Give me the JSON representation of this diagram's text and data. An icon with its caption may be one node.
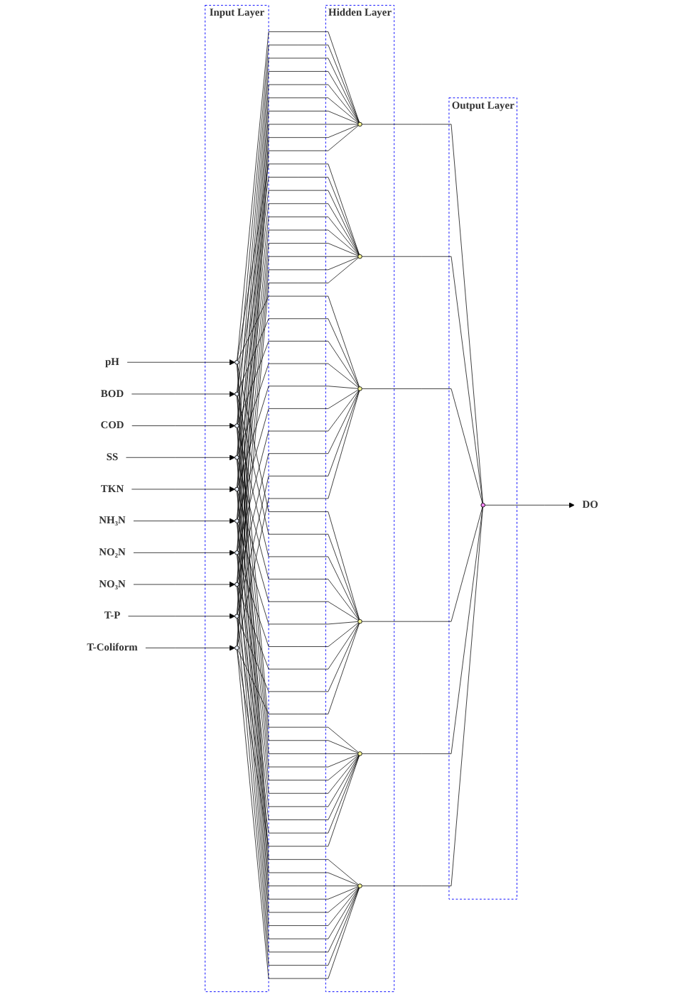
{
  "diagram": {
    "nodes": [
      {
        "text": [
          "pH"
        ]
      },
      {
        "text": [
          "BOD"
        ]
      },
      {
        "text": [
          "COD"
        ]
      },
      {
        "text": [
          "SS"
        ]
      },
      {
        "text": [
          "TKN"
        ]
      },
      {
        "text": [
          "NH₃N"
        ]
      },
      {
        "text": [
          "NO₂N"
        ]
      },
      {
        "text": [
          "NO₃N"
        ]
      },
      {
        "text": [
          "T-P"
        ]
      },
      {
        "text": [
          "T-Coliform"
        ]
      },
      {
        "text": [
          "Input Layer"
        ]
      },
      {
        "text": [],
        "shape": "circle",
        "in": 10
      },
      {
        "text": [],
        "shape": "circle",
        "in": 10
      },
      {
        "text": [],
        "shape": "circle",
        "in": 10
      },
      {
        "text": [],
        "shape": "circle",
        "in": 10
      },
      {
        "text": [],
        "shape": "circle",
        "in": 10
      },
      {
        "text": [],
        "shape": "circle",
        "in": 10
      },
      {
        "text": [],
        "shape": "circle",
        "in": 10
      },
      {
        "text": [],
        "shape": "circle",
        "in": 10
      },
      {
        "text": [],
        "shape": "circle",
        "in": 10
      },
      {
        "text": [],
        "shape": "circle",
        "in": 10
      },
      {
        "text": [
          "Hidden Layer"
        ]
      },
      {
        "text": [],
        "shape": "circle",
        "in": 21
      },
      {
        "text": [],
        "shape": "circle",
        "in": 21
      },
      {
        "text": [],
        "shape": "circle",
        "in": 21
      },
      {
        "text": [],
        "shape": "circle",
        "in": 21
      },
      {
        "text": [],
        "shape": "circle",
        "in": 21
      },
      {
        "text": [],
        "shape": "circle",
        "in": 21
      },
      {
        "text": [
          "Output Layer"
        ]
      },
      {
        "text": [],
        "shape": "circle",
        "in": 28
      },
      {
        "text": [
          "DO"
        ]
      }
    ],
    "edges": [
      {
        "from": 0,
        "to": 11,
        "arrow": "to"
      },
      {
        "from": 1,
        "to": 12,
        "arrow": "to"
      },
      {
        "from": 2,
        "to": 13,
        "arrow": "to"
      },
      {
        "from": 3,
        "to": 14,
        "arrow": "to"
      },
      {
        "from": 4,
        "to": 15,
        "arrow": "to"
      },
      {
        "from": 5,
        "to": 16,
        "arrow": "to"
      },
      {
        "from": 6,
        "to": 17,
        "arrow": "to"
      },
      {
        "from": 7,
        "to": 18,
        "arrow": "to"
      },
      {
        "from": 8,
        "to": 19,
        "arrow": "to"
      },
      {
        "from": 9,
        "to": 20,
        "arrow": "to"
      },
      {
        "from": 11,
        "to": 22,
        "arrow": "none"
      },
      {
        "from": 11,
        "to": 23,
        "arrow": "none"
      },
      {
        "from": 11,
        "to": 24,
        "arrow": "none"
      },
      {
        "from": 11,
        "to": 25,
        "arrow": "none"
      },
      {
        "from": 11,
        "to": 26,
        "arrow": "none"
      },
      {
        "from": 11,
        "to": 27,
        "arrow": "none"
      },
      {
        "from": 12,
        "to": 22,
        "arrow": "none"
      },
      {
        "from": 12,
        "to": 23,
        "arrow": "none"
      },
      {
        "from": 12,
        "to": 24,
        "arrow": "none"
      },
      {
        "from": 12,
        "to": 25,
        "arrow": "none"
      },
      {
        "from": 12,
        "to": 26,
        "arrow": "none"
      },
      {
        "from": 12,
        "to": 27,
        "arrow": "none"
      },
      {
        "from": 13,
        "to": 22,
        "arrow": "none"
      },
      {
        "from": 13,
        "to": 23,
        "arrow": "none"
      },
      {
        "from": 13,
        "to": 24,
        "arrow": "none"
      },
      {
        "from": 13,
        "to": 25,
        "arrow": "none"
      },
      {
        "from": 13,
        "to": 26,
        "arrow": "none"
      },
      {
        "from": 13,
        "to": 27,
        "arrow": "none"
      },
      {
        "from": 14,
        "to": 22,
        "arrow": "none"
      },
      {
        "from": 14,
        "to": 23,
        "arrow": "none"
      },
      {
        "from": 14,
        "to": 24,
        "arrow": "none"
      },
      {
        "from": 14,
        "to": 25,
        "arrow": "none"
      },
      {
        "from": 14,
        "to": 26,
        "arrow": "none"
      },
      {
        "from": 14,
        "to": 27,
        "arrow": "none"
      },
      {
        "from": 15,
        "to": 22,
        "arrow": "none"
      },
      {
        "from": 15,
        "to": 23,
        "arrow": "none"
      },
      {
        "from": 15,
        "to": 24,
        "arrow": "none"
      },
      {
        "from": 15,
        "to": 25,
        "arrow": "none"
      },
      {
        "from": 15,
        "to": 26,
        "arrow": "none"
      },
      {
        "from": 15,
        "to": 27,
        "arrow": "none"
      },
      {
        "from": 16,
        "to": 22,
        "arrow": "none"
      },
      {
        "from": 16,
        "to": 23,
        "arrow": "none"
      },
      {
        "from": 16,
        "to": 24,
        "arrow": "none"
      },
      {
        "from": 16,
        "to": 25,
        "arrow": "none"
      },
      {
        "from": 16,
        "to": 26,
        "arrow": "none"
      },
      {
        "from": 16,
        "to": 27,
        "arrow": "none"
      },
      {
        "from": 17,
        "to": 22,
        "arrow": "none"
      },
      {
        "from": 17,
        "to": 23,
        "arrow": "none"
      },
      {
        "from": 17,
        "to": 24,
        "arrow": "none"
      },
      {
        "from": 17,
        "to": 25,
        "arrow": "none"
      },
      {
        "from": 17,
        "to": 26,
        "arrow": "none"
      },
      {
        "from": 17,
        "to": 27,
        "arrow": "none"
      },
      {
        "from": 18,
        "to": 22,
        "arrow": "none"
      },
      {
        "from": 18,
        "to": 23,
        "arrow": "none"
      },
      {
        "from": 18,
        "to": 24,
        "arrow": "none"
      },
      {
        "from": 18,
        "to": 25,
        "arrow": "none"
      },
      {
        "from": 18,
        "to": 26,
        "arrow": "none"
      },
      {
        "from": 18,
        "to": 27,
        "arrow": "none"
      },
      {
        "from": 19,
        "to": 22,
        "arrow": "none"
      },
      {
        "from": 19,
        "to": 23,
        "arrow": "none"
      },
      {
        "from": 19,
        "to": 24,
        "arrow": "none"
      },
      {
        "from": 19,
        "to": 25,
        "arrow": "none"
      },
      {
        "from": 19,
        "to": 26,
        "arrow": "none"
      },
      {
        "from": 19,
        "to": 27,
        "arrow": "none"
      },
      {
        "from": 20,
        "to": 22,
        "arrow": "none"
      },
      {
        "from": 20,
        "to": 23,
        "arrow": "none"
      },
      {
        "from": 20,
        "to": 24,
        "arrow": "none"
      },
      {
        "from": 20,
        "to": 25,
        "arrow": "none"
      },
      {
        "from": 20,
        "to": 26,
        "arrow": "none"
      },
      {
        "from": 20,
        "to": 27,
        "arrow": "none"
      },
      {
        "from": 22,
        "to": 29,
        "arrow": "none"
      },
      {
        "from": 23,
        "to": 29,
        "arrow": "none"
      },
      {
        "from": 24,
        "to": 29,
        "arrow": "none"
      },
      {
        "from": 25,
        "to": 29,
        "arrow": "none"
      },
      {
        "from": 26,
        "to": 29,
        "arrow": "none"
      },
      {
        "from": 27,
        "to": 29,
        "arrow": "none"
      },
      {
        "from": 29,
        "to": 30,
        "arrow": "to"
      }
    ]
  }
}
